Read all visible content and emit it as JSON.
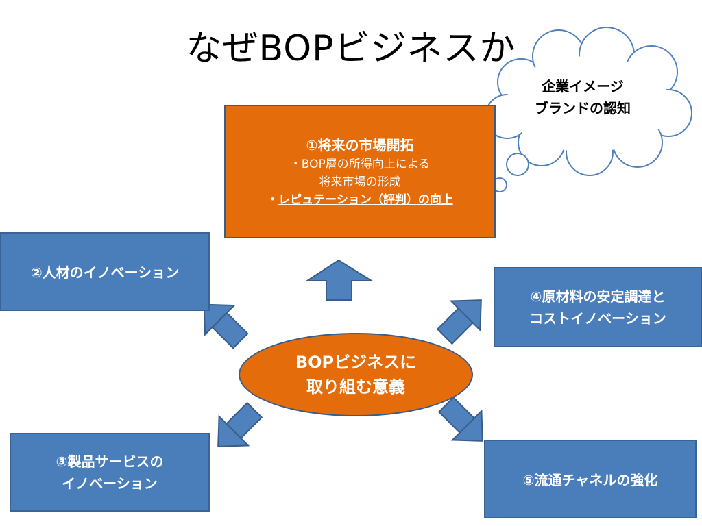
{
  "title": "なぜBOPビジネスか",
  "center": {
    "line1": "BOPビジネスに",
    "line2": "取り組む意義"
  },
  "top_box": {
    "heading": "①将来の市場開拓",
    "line1": "・BOP層の所得向上による",
    "line2": "将来市場の形成",
    "line3_prefix": "・",
    "line3_underlined": "レピュテーション（評判）の向上"
  },
  "left_box": {
    "label": "②人材のイノベーション"
  },
  "bottom_left_box": {
    "line1": "③製品サービスの",
    "line2": "イノベーション"
  },
  "right_box": {
    "line1": "④原材料の安定調達と",
    "line2": "コストイノベーション"
  },
  "bottom_right_box": {
    "label": "⑤流通チャネルの強化"
  },
  "cloud": {
    "line1": "企業イメージ",
    "line2": "ブランドの認知"
  },
  "colors": {
    "blue": "#4a7ebb",
    "orange": "#e46c0a",
    "border": "#385d8a"
  }
}
